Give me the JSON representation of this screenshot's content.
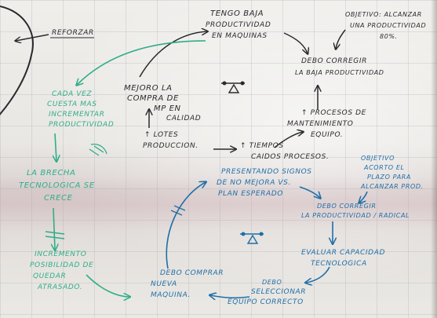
{
  "board": {
    "black_notes": {
      "reforzar": "REFORZAR",
      "tengo_baja_1": "TENGO BAJA",
      "tengo_baja_2": "PRODUCTIVIDAD",
      "tengo_baja_3": "EN MAQUINAS",
      "objetivo_1": "OBJETIVO: ALCANZAR",
      "objetivo_2": "UNA PRODUCTIVIDAD",
      "objetivo_3": "80%.",
      "debo_corregir_1": "DEBO CORREGIR",
      "debo_corregir_2": "LA BAJA PRODUCTIVIDAD",
      "mejoro_1": "MEJORO LA",
      "mejoro_2": "COMPRA DE",
      "mejoro_3": "MP EN",
      "mejoro_4": "CALIDAD",
      "lotes_1": "↑ LOTES",
      "lotes_2": "PRODUCCION.",
      "procesos_1": "↑ PROCESOS DE",
      "procesos_2": "MANTENIMIENTO",
      "procesos_3": "EQUIPO.",
      "tiempos_1": "↑ tiempos",
      "tiempos_2": "CAIDOS PROCESOS."
    },
    "green_notes": {
      "cada_vez_1": "CADA VEZ",
      "cada_vez_2": "CUESTA MAS",
      "cada_vez_3": "INCREMENTAR",
      "cada_vez_4": "PRODUCTIVIDAD",
      "brecha_1": "LA BRECHA",
      "brecha_2": "TECNOLOGICA SE",
      "brecha_3": "CRECE",
      "incremento_1": "INCREMENTO",
      "incremento_2": "POSIBILIDAD DE",
      "incremento_3": "QUEDAR",
      "incremento_4": "ATRASADO."
    },
    "blue_notes": {
      "presentando_1": "PRESENTANDO SIGNOS",
      "presentando_2": "DE NO MEJORA VS.",
      "presentando_3": "PLAN ESPERADO",
      "objetivo_b_1": "OBJETIVO",
      "objetivo_b_2": "ACORTO EL",
      "objetivo_b_3": "PLAZO PARA",
      "objetivo_b_4": "ALCANZAR PROD.",
      "corregir_radical_1": "DEBO CORREGIR",
      "corregir_radical_2": "LA PRODUCTIVIDAD / RADICAL",
      "evaluar_1": "EVALUAR CAPACIDAD",
      "evaluar_2": "TECNOLOGICA",
      "seleccionar_1": "DEBO",
      "seleccionar_2": "SELECCIONAR",
      "seleccionar_3": "EQUIPO CORRECTO",
      "comprar_1": "DEBO COMPRAR",
      "comprar_2": "NUEVA",
      "comprar_3": "MAQUINA."
    },
    "colors": {
      "black_ink": "#2a2a2e",
      "green_ink": "#2fae8a",
      "blue_ink": "#1f6fa8"
    },
    "icons": [
      "balance-loop-icon",
      "balance-loop-icon",
      "reinforcing-loop-icon"
    ]
  }
}
